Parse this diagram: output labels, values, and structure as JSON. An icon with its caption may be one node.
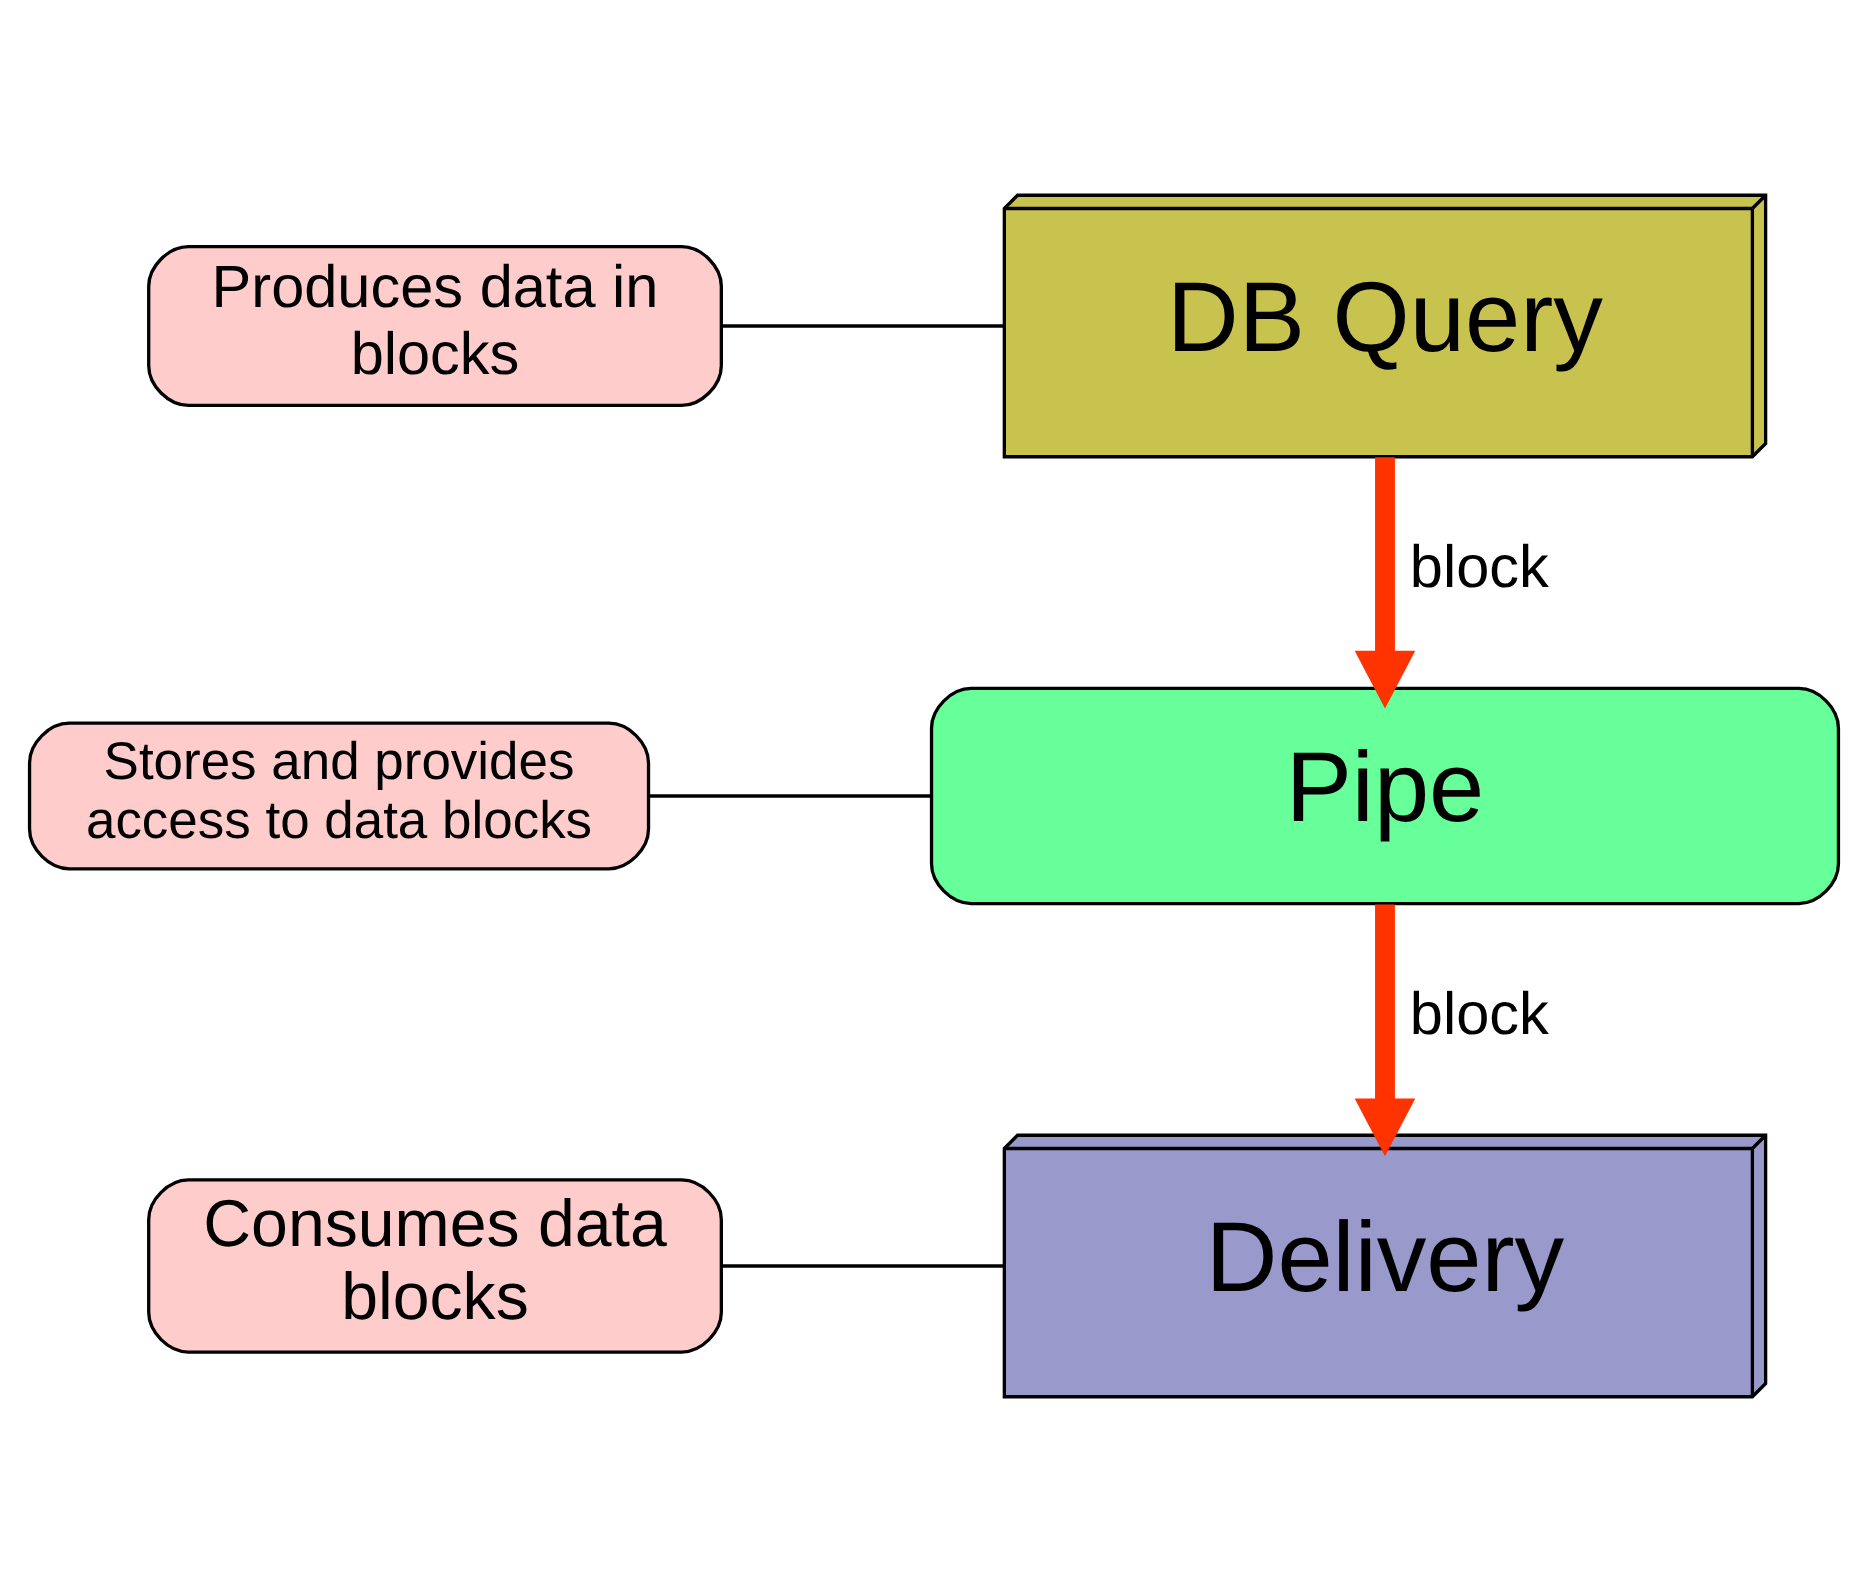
{
  "diagram": {
    "nodes": [
      {
        "text": [
          "DB Query"
        ]
      },
      {
        "text": [
          "Produces data in blocks"
        ]
      },
      {
        "text": [
          "Pipe"
        ]
      },
      {
        "text": [
          "Stores and provides access to data blocks"
        ]
      },
      {
        "text": [
          "Delivery"
        ]
      },
      {
        "text": [
          "Consumes data blocks"
        ]
      }
    ],
    "edges": [
      {
        "from": 0,
        "to": 2,
        "arrow": "to",
        "label": "block",
        "style": "thick",
        "color": "#ff3300"
      },
      {
        "from": 2,
        "to": 4,
        "arrow": "to",
        "label": "block",
        "style": "thick",
        "color": "#ff3300"
      },
      {
        "from": 1,
        "to": 0,
        "arrow": "none"
      },
      {
        "from": 3,
        "to": 2,
        "arrow": "none"
      },
      {
        "from": 5,
        "to": 4,
        "arrow": "none"
      }
    ]
  }
}
